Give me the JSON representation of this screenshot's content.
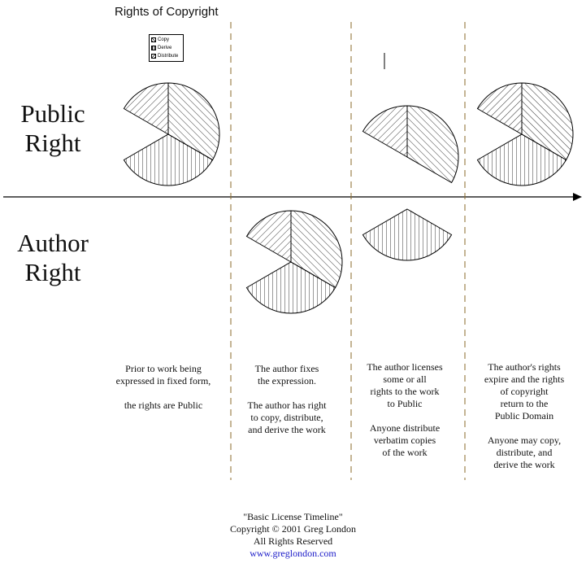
{
  "title": "Rights of Copyright",
  "legend": {
    "items": [
      {
        "label": "Copy",
        "pattern": "diagonal-back"
      },
      {
        "label": "Derive",
        "pattern": "vertical"
      },
      {
        "label": "Distribute",
        "pattern": "diagonal-forward"
      }
    ]
  },
  "rows": {
    "top": "Public\nRight",
    "bottom": "Author\nRight"
  },
  "stages": [
    {
      "caption": "Prior to work being\nexpressed in fixed form,\n\nthe rights are Public",
      "public_rights": [
        "Copy",
        "Derive",
        "Distribute"
      ],
      "author_rights": []
    },
    {
      "caption": "The author fixes\nthe expression.\n\nThe author has right\nto copy, distribute,\nand derive the work",
      "public_rights": [],
      "author_rights": [
        "Copy",
        "Derive",
        "Distribute"
      ]
    },
    {
      "caption": "The author licenses\nsome or all\nrights to the work\nto Public\n\nAnyone distribute\nverbatim copies\nof the work",
      "public_rights": [
        "Copy",
        "Distribute"
      ],
      "author_rights": [
        "Derive"
      ]
    },
    {
      "caption": "The author's rights\nexpire and the rights\nof copyright\nreturn to the\nPublic Domain\n\nAnyone may copy,\ndistribute, and\nderive the work",
      "public_rights": [
        "Copy",
        "Derive",
        "Distribute"
      ],
      "author_rights": []
    }
  ],
  "footer": {
    "line1": "\"Basic License Timeline\"",
    "line2": "Copyright © 2001 Greg London",
    "line3": "All Rights Reserved",
    "link": "www.greglondon.com"
  },
  "colors": {
    "ink": "#000000",
    "link": "#1a1ac8",
    "stage_divider": "#8a6a2a"
  }
}
